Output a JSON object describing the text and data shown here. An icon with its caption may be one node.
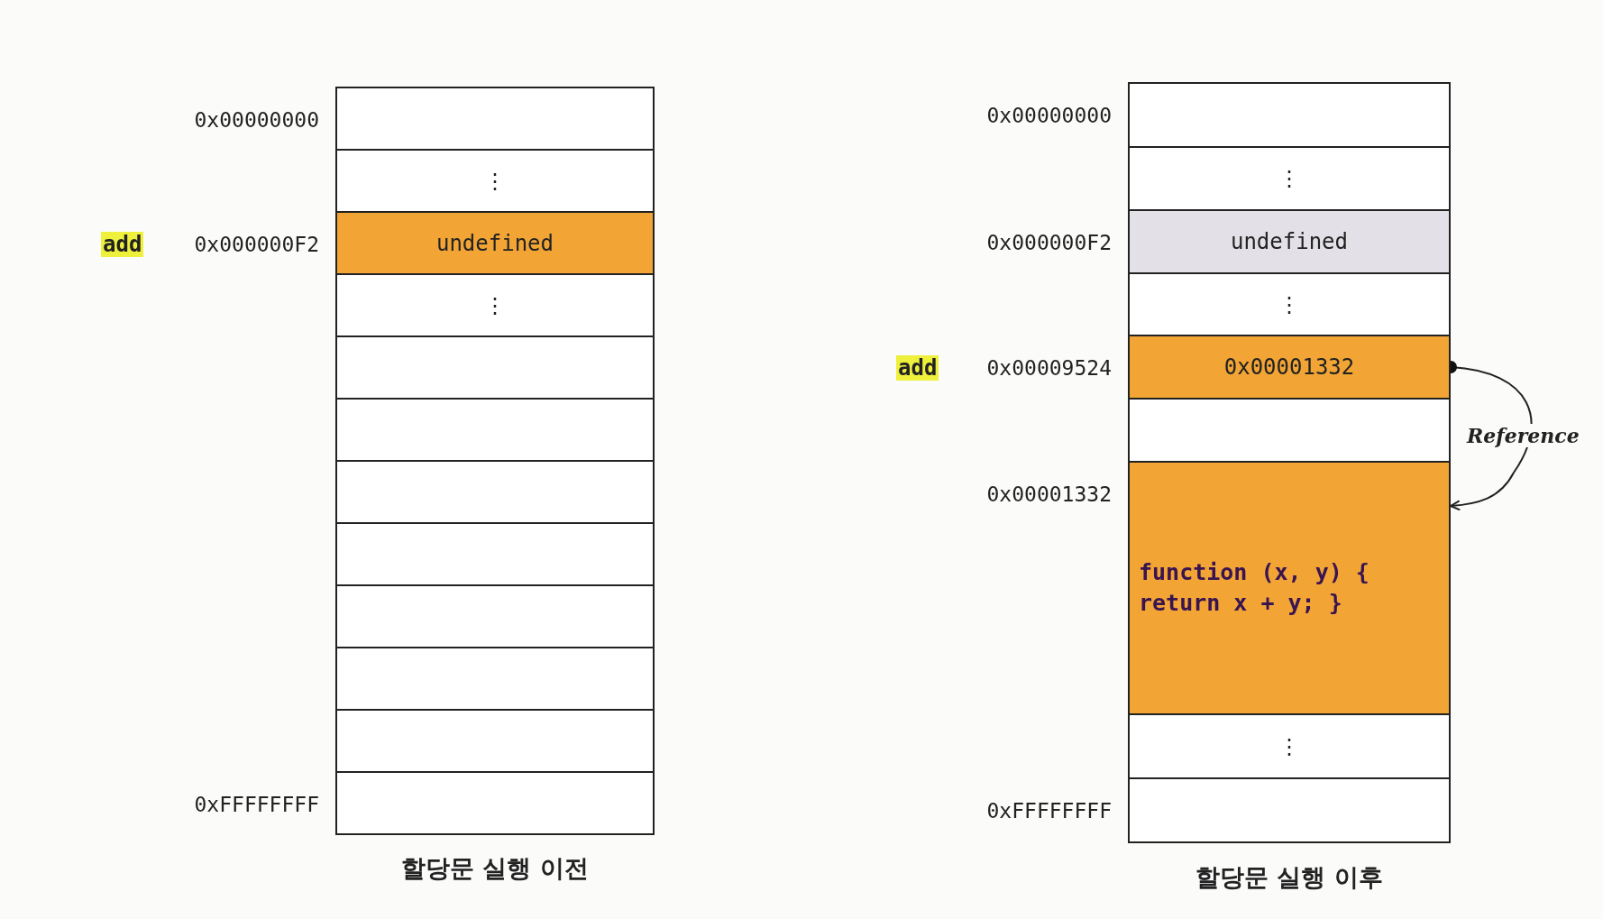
{
  "diagram": {
    "nodes": [
      {
        "text": [],
        "shape": "box",
        "beside": [
          "0x00000000"
        ]
      },
      {
        "text": [
          "⋮"
        ]
      },
      {
        "text": [
          "undefined"
        ],
        "beside": [
          "add",
          "0x000000F2"
        ]
      },
      {
        "text": [
          "⋮"
        ]
      },
      {
        "text": [],
        "shape": "box"
      },
      {
        "text": [],
        "shape": "box"
      },
      {
        "text": [],
        "shape": "box"
      },
      {
        "text": [],
        "shape": "box"
      },
      {
        "text": [],
        "shape": "box"
      },
      {
        "text": [],
        "shape": "box"
      },
      {
        "text": [],
        "shape": "box"
      },
      {
        "text": [],
        "shape": "box",
        "beside": [
          "0xFFFFFFFF"
        ]
      },
      {
        "text": [],
        "shape": "box",
        "beside": [
          "0x00000000"
        ]
      },
      {
        "text": [
          "⋮"
        ]
      },
      {
        "text": [
          "undefined"
        ],
        "beside": [
          "0x000000F2"
        ]
      },
      {
        "text": [
          "⋮"
        ]
      },
      {
        "text": [
          "0x00001332"
        ],
        "beside": [
          "add",
          "0x00009524"
        ]
      },
      {
        "text": [],
        "shape": "box"
      },
      {
        "text": [
          "function (x, y) { return x + y; }"
        ],
        "beside": [
          "0x00001332"
        ]
      },
      {
        "text": [
          "⋮"
        ]
      },
      {
        "text": [],
        "shape": "box",
        "beside": [
          "0xFFFFFFFF"
        ]
      }
    ],
    "edges": [
      {
        "from": 16,
        "to": 18,
        "arrow": "to",
        "label": "Reference"
      }
    ],
    "labels": [
      "할당문 실행 이전",
      "할당문 실행 이후"
    ]
  }
}
